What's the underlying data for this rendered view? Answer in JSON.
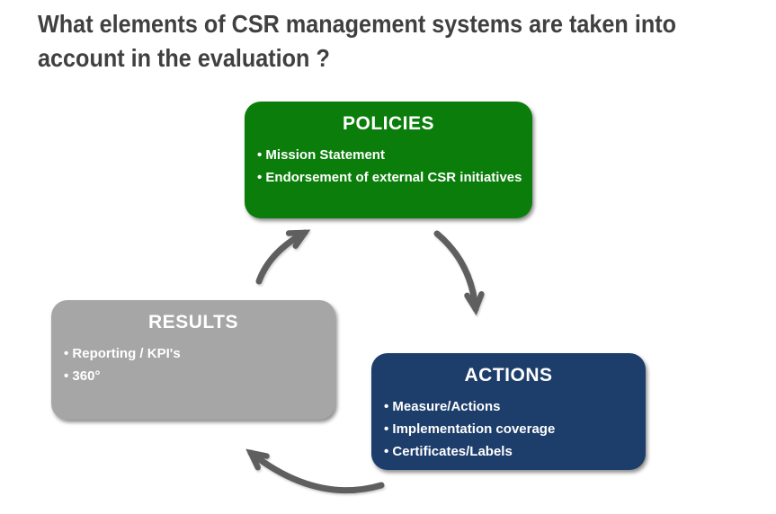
{
  "colors": {
    "background": "#ffffff",
    "title_text": "#404040",
    "policies_fill": "#0a7d0a",
    "actions_fill": "#1d3d6b",
    "results_fill": "#a6a6a6",
    "box_text": "#ffffff",
    "arrow": "#5f5f5f"
  },
  "title": {
    "line1": "What elements of CSR management systems are taken into",
    "line2": "account in the evaluation ?"
  },
  "diagram": {
    "type": "cycle",
    "nodes": {
      "policies": {
        "label": "POLICIES",
        "bullets": [
          "Mission Statement",
          "Endorsement of  external CSR initiatives"
        ]
      },
      "actions": {
        "label": "ACTIONS",
        "bullets": [
          "Measure/Actions",
          "Implementation coverage",
          "Certificates/Labels"
        ]
      },
      "results": {
        "label": "RESULTS",
        "bullets": [
          "Reporting / KPI's",
          "360°"
        ]
      }
    },
    "arrows": [
      {
        "name": "policies-to-actions",
        "from": "POLICIES",
        "to": "ACTIONS"
      },
      {
        "name": "actions-to-results",
        "from": "ACTIONS",
        "to": "RESULTS"
      },
      {
        "name": "results-to-policies",
        "from": "RESULTS",
        "to": "POLICIES"
      }
    ]
  }
}
